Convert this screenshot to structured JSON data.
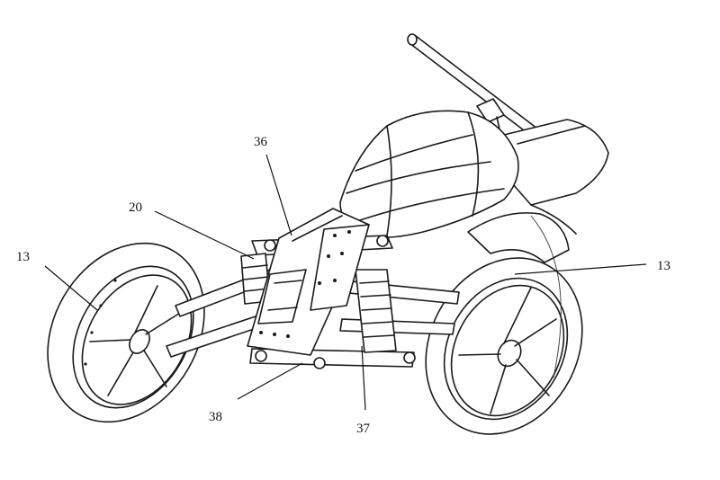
{
  "figure": {
    "labels": [
      {
        "id": "left-wheel",
        "text": "13"
      },
      {
        "id": "right-wheel",
        "text": "13"
      },
      {
        "id": "front-frame",
        "text": "20"
      },
      {
        "id": "upper-link",
        "text": "36"
      },
      {
        "id": "shock-absorber",
        "text": "37"
      },
      {
        "id": "lower-link",
        "text": "38"
      }
    ],
    "colors": {
      "line": "#1a1a1a",
      "background": "#ffffff"
    }
  }
}
